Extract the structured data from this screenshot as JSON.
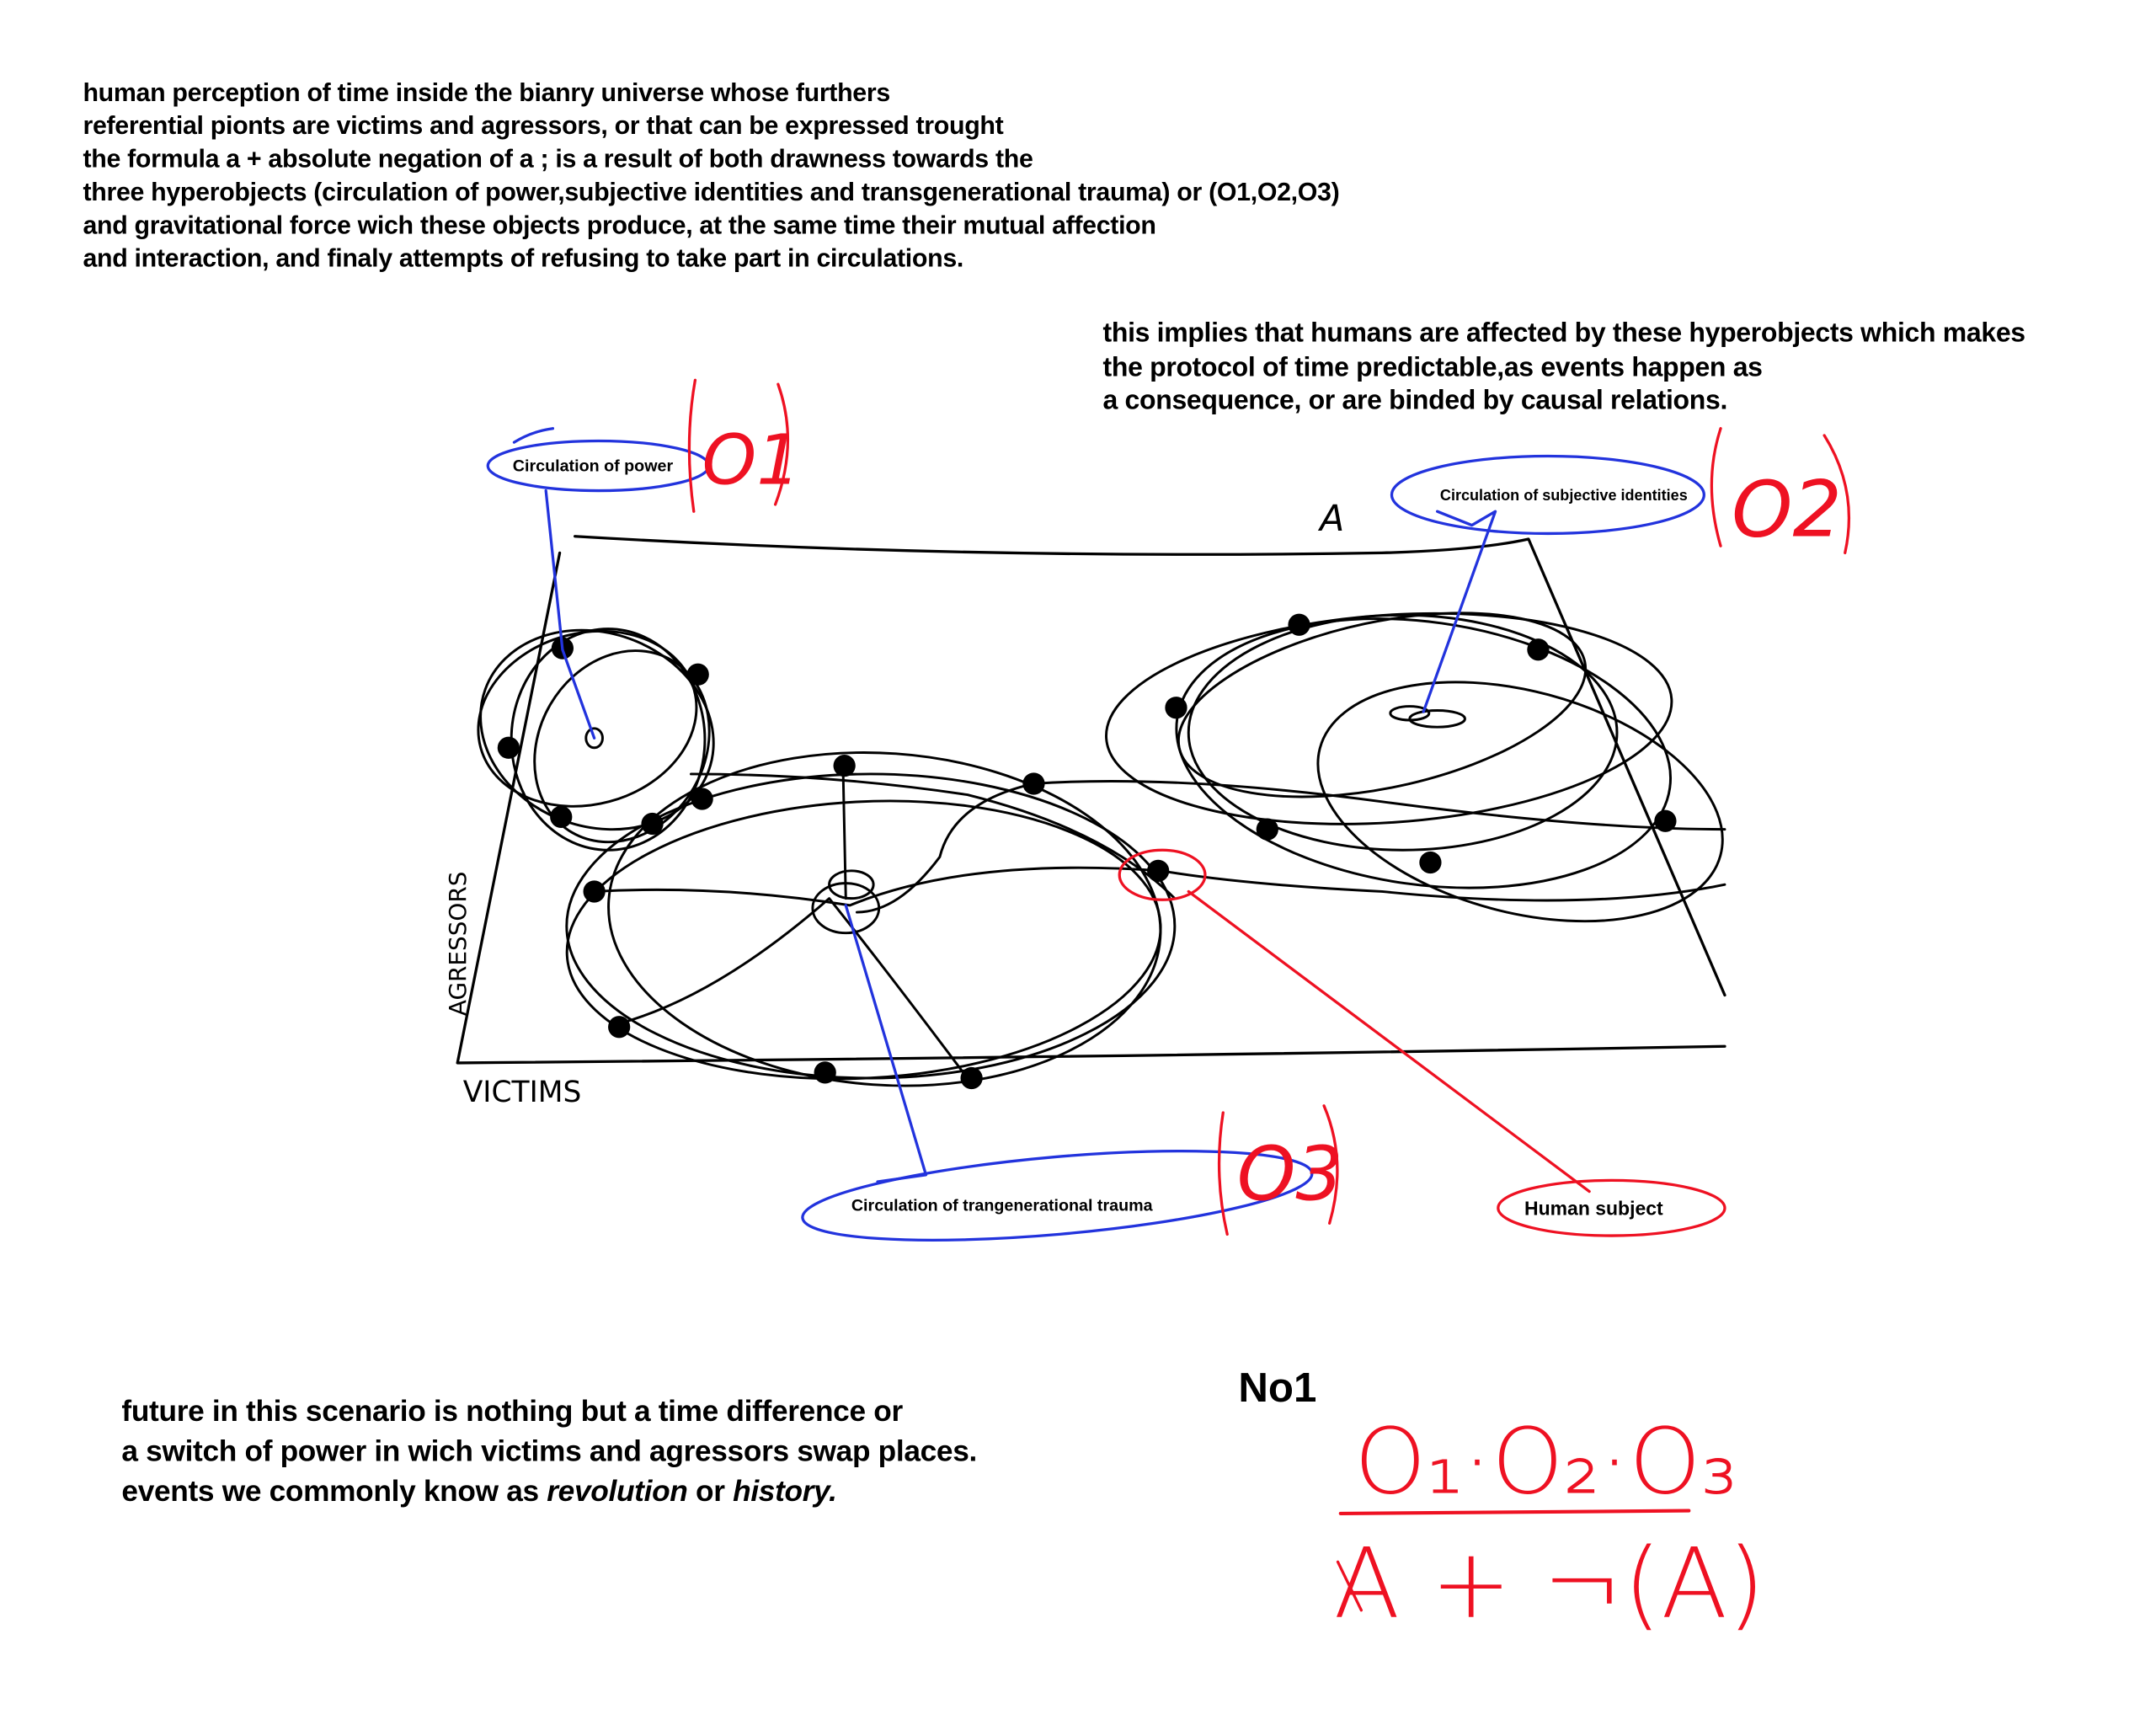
{
  "intro": {
    "lines": [
      "human perception of time inside the bianry universe whose furthers",
      "referential pionts are victims and agressors, or that can be expressed trought",
      "the formula a + absolute negation of a ; is a result of both drawness towards the",
      "three hyperobjects (circulation of power,subjective identities and transgenerational trauma) or (O1,O2,O3)",
      "and gravitational force wich these objects produce, at the same time their mutual affection",
      "and interaction, and finaly attempts of refusing to take part in circulations."
    ]
  },
  "implication": {
    "lines": [
      "this implies that humans are affected by these hyperobjects which makes",
      "the protocol of time predictable,as events happen as",
      "a consequence, or are binded by causal relations."
    ]
  },
  "conclusion": {
    "line1": "future in this scenario is nothing but a time difference or",
    "line2": "a switch of power in wich victims and agressors swap places.",
    "line3_prefix": "events we commonly know as ",
    "line3_em1": "revolution",
    "line3_mid": " or ",
    "line3_em2": "history."
  },
  "diagram": {
    "labels": {
      "power": "Circulation of power",
      "identities": "Circulation of subjective identities",
      "trauma": "Circulation of trangenerational trauma",
      "human": "Human subject"
    },
    "hand_labels": {
      "o1": "O1",
      "o2": "O2",
      "o3": "O3",
      "axis_top": "A",
      "axis_bottom": "VICTIMS",
      "axis_left": "AGRESSORS"
    },
    "colors": {
      "ink": "#000000",
      "blue": "#2233dd",
      "red": "#ee1122"
    }
  },
  "formula": {
    "number": "No1",
    "numerator": "O₁·O₂·O₃",
    "denominator": "A + ¬(A)"
  }
}
